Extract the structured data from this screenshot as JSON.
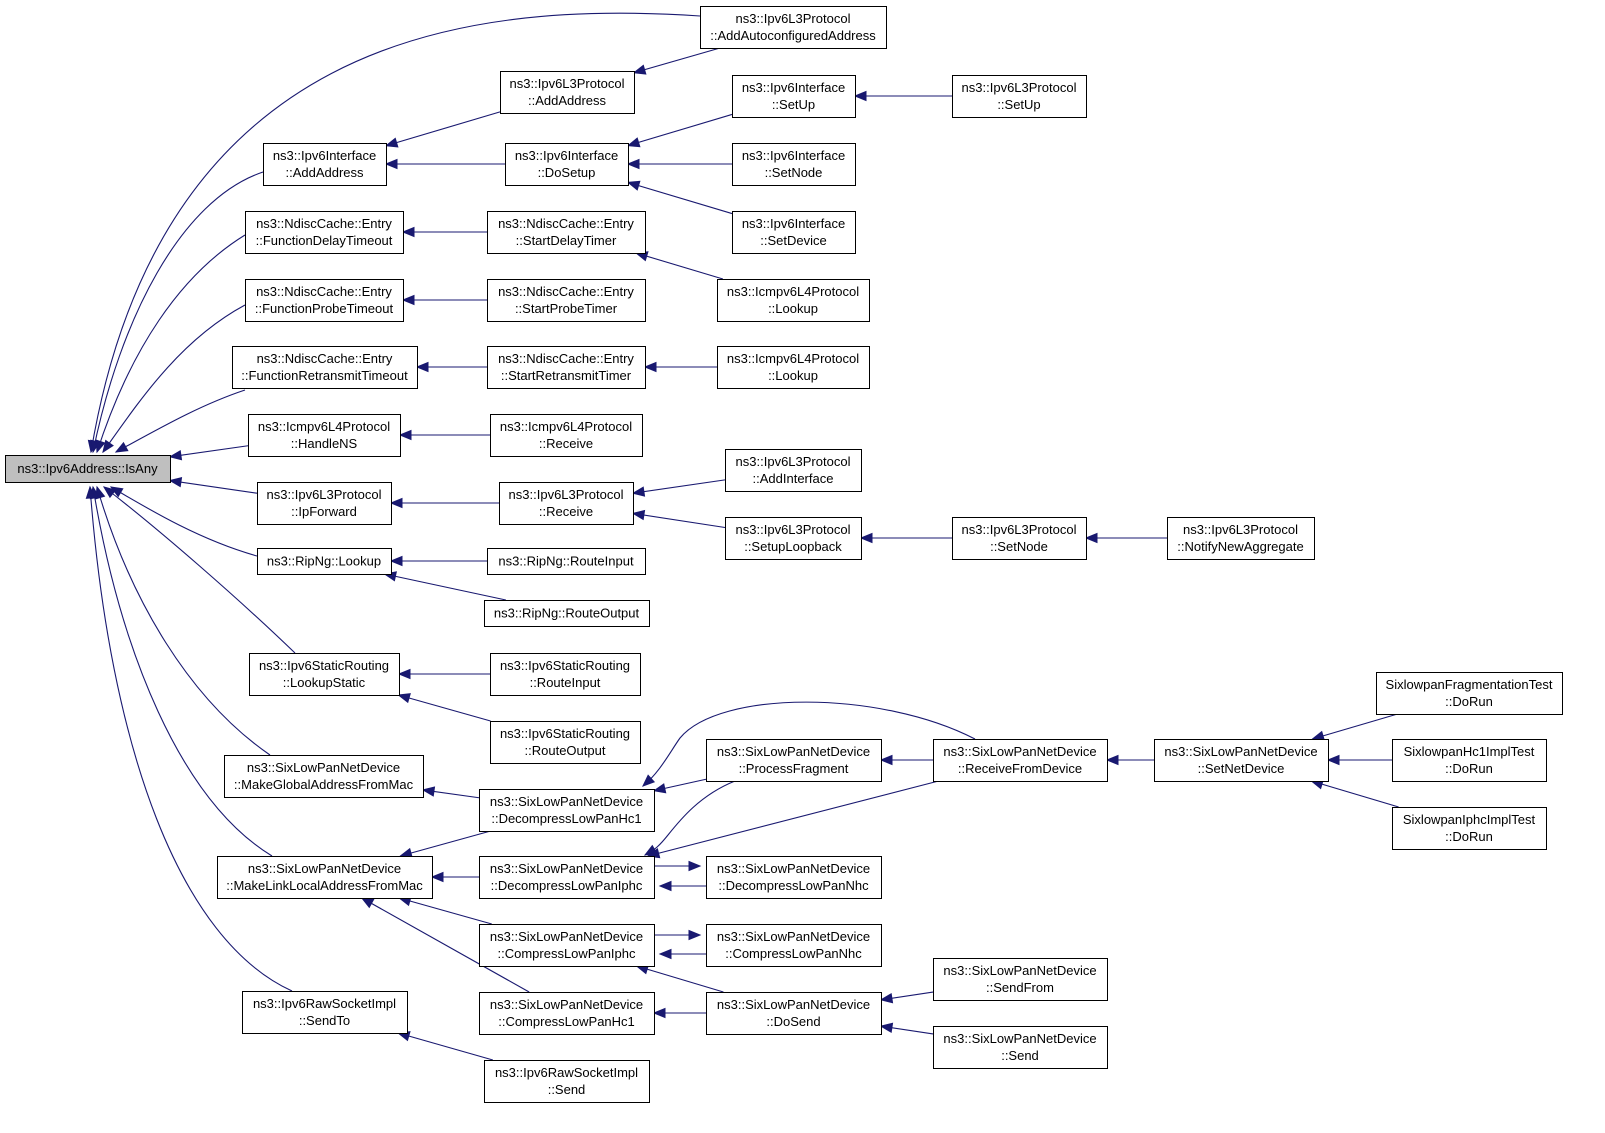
{
  "graph": {
    "title": "",
    "edge_color": "#191970",
    "root_fill": "#bfbfbf",
    "nodes": [
      {
        "id": "root",
        "lines": [
          "ns3::Ipv6Address::IsAny"
        ],
        "root": true
      },
      {
        "id": "if_addaddr",
        "lines": [
          "ns3::Ipv6Interface",
          "::AddAddress"
        ]
      },
      {
        "id": "nd_delay",
        "lines": [
          "ns3::NdiscCache::Entry",
          "::FunctionDelayTimeout"
        ]
      },
      {
        "id": "nd_probe",
        "lines": [
          "ns3::NdiscCache::Entry",
          "::FunctionProbeTimeout"
        ]
      },
      {
        "id": "nd_retrans",
        "lines": [
          "ns3::NdiscCache::Entry",
          "::FunctionRetransmitTimeout"
        ]
      },
      {
        "id": "icmp_ns",
        "lines": [
          "ns3::Icmpv6L4Protocol",
          "::HandleNS"
        ]
      },
      {
        "id": "l3_ipfwd",
        "lines": [
          "ns3::Ipv6L3Protocol",
          "::IpForward"
        ]
      },
      {
        "id": "rip_lookup",
        "lines": [
          "ns3::RipNg::Lookup"
        ]
      },
      {
        "id": "sr_lookup",
        "lines": [
          "ns3::Ipv6StaticRouting",
          "::LookupStatic"
        ]
      },
      {
        "id": "slp_global",
        "lines": [
          "ns3::SixLowPanNetDevice",
          "::MakeGlobalAddressFromMac"
        ]
      },
      {
        "id": "slp_linklocal",
        "lines": [
          "ns3::SixLowPanNetDevice",
          "::MakeLinkLocalAddressFromMac"
        ]
      },
      {
        "id": "raw_sendto",
        "lines": [
          "ns3::Ipv6RawSocketImpl",
          "::SendTo"
        ]
      },
      {
        "id": "l3_addautocfg",
        "lines": [
          "ns3::Ipv6L3Protocol",
          "::AddAutoconfiguredAddress"
        ]
      },
      {
        "id": "l3_addaddr",
        "lines": [
          "ns3::Ipv6L3Protocol",
          "::AddAddress"
        ]
      },
      {
        "id": "if_dosetup",
        "lines": [
          "ns3::Ipv6Interface",
          "::DoSetup"
        ]
      },
      {
        "id": "if_setup",
        "lines": [
          "ns3::Ipv6Interface",
          "::SetUp"
        ]
      },
      {
        "id": "l3_setup",
        "lines": [
          "ns3::Ipv6L3Protocol",
          "::SetUp"
        ]
      },
      {
        "id": "if_setnode",
        "lines": [
          "ns3::Ipv6Interface",
          "::SetNode"
        ]
      },
      {
        "id": "if_setdevice",
        "lines": [
          "ns3::Ipv6Interface",
          "::SetDevice"
        ]
      },
      {
        "id": "nd_startdelay",
        "lines": [
          "ns3::NdiscCache::Entry",
          "::StartDelayTimer"
        ]
      },
      {
        "id": "icmp_lookup1",
        "lines": [
          "ns3::Icmpv6L4Protocol",
          "::Lookup"
        ]
      },
      {
        "id": "nd_startprobe",
        "lines": [
          "ns3::NdiscCache::Entry",
          "::StartProbeTimer"
        ]
      },
      {
        "id": "nd_startretrans",
        "lines": [
          "ns3::NdiscCache::Entry",
          "::StartRetransmitTimer"
        ]
      },
      {
        "id": "icmp_lookup2",
        "lines": [
          "ns3::Icmpv6L4Protocol",
          "::Lookup"
        ]
      },
      {
        "id": "icmp_receive",
        "lines": [
          "ns3::Icmpv6L4Protocol",
          "::Receive"
        ]
      },
      {
        "id": "l3_receive",
        "lines": [
          "ns3::Ipv6L3Protocol",
          "::Receive"
        ]
      },
      {
        "id": "l3_addif",
        "lines": [
          "ns3::Ipv6L3Protocol",
          "::AddInterface"
        ]
      },
      {
        "id": "l3_setuploop",
        "lines": [
          "ns3::Ipv6L3Protocol",
          "::SetupLoopback"
        ]
      },
      {
        "id": "l3_setnode",
        "lines": [
          "ns3::Ipv6L3Protocol",
          "::SetNode"
        ]
      },
      {
        "id": "l3_notify",
        "lines": [
          "ns3::Ipv6L3Protocol",
          "::NotifyNewAggregate"
        ]
      },
      {
        "id": "rip_routein",
        "lines": [
          "ns3::RipNg::RouteInput"
        ]
      },
      {
        "id": "rip_routeout",
        "lines": [
          "ns3::RipNg::RouteOutput"
        ]
      },
      {
        "id": "sr_routein",
        "lines": [
          "ns3::Ipv6StaticRouting",
          "::RouteInput"
        ]
      },
      {
        "id": "sr_routeout",
        "lines": [
          "ns3::Ipv6StaticRouting",
          "::RouteOutput"
        ]
      },
      {
        "id": "slp_dec_hc1",
        "lines": [
          "ns3::SixLowPanNetDevice",
          "::DecompressLowPanHc1"
        ]
      },
      {
        "id": "slp_dec_iphc",
        "lines": [
          "ns3::SixLowPanNetDevice",
          "::DecompressLowPanIphc"
        ]
      },
      {
        "id": "slp_comp_iphc",
        "lines": [
          "ns3::SixLowPanNetDevice",
          "::CompressLowPanIphc"
        ]
      },
      {
        "id": "slp_comp_hc1",
        "lines": [
          "ns3::SixLowPanNetDevice",
          "::CompressLowPanHc1"
        ]
      },
      {
        "id": "slp_procfrag",
        "lines": [
          "ns3::SixLowPanNetDevice",
          "::ProcessFragment"
        ]
      },
      {
        "id": "slp_dec_nhc",
        "lines": [
          "ns3::SixLowPanNetDevice",
          "::DecompressLowPanNhc"
        ]
      },
      {
        "id": "slp_comp_nhc",
        "lines": [
          "ns3::SixLowPanNetDevice",
          "::CompressLowPanNhc"
        ]
      },
      {
        "id": "slp_dosend",
        "lines": [
          "ns3::SixLowPanNetDevice",
          "::DoSend"
        ]
      },
      {
        "id": "slp_recvfrom",
        "lines": [
          "ns3::SixLowPanNetDevice",
          "::ReceiveFromDevice"
        ]
      },
      {
        "id": "slp_setnetdev",
        "lines": [
          "ns3::SixLowPanNetDevice",
          "::SetNetDevice"
        ]
      },
      {
        "id": "slp_sendfrom",
        "lines": [
          "ns3::SixLowPanNetDevice",
          "::SendFrom"
        ]
      },
      {
        "id": "slp_send",
        "lines": [
          "ns3::SixLowPanNetDevice",
          "::Send"
        ]
      },
      {
        "id": "test_frag",
        "lines": [
          "SixlowpanFragmentationTest",
          "::DoRun"
        ]
      },
      {
        "id": "test_hc1",
        "lines": [
          "SixlowpanHc1ImplTest",
          "::DoRun"
        ]
      },
      {
        "id": "test_iphc",
        "lines": [
          "SixlowpanIphcImplTest",
          "::DoRun"
        ]
      },
      {
        "id": "raw_send",
        "lines": [
          "ns3::Ipv6RawSocketImpl",
          "::Send"
        ]
      }
    ],
    "edges": [
      [
        "l3_addautocfg",
        "root"
      ],
      [
        "if_addaddr",
        "root"
      ],
      [
        "nd_delay",
        "root"
      ],
      [
        "nd_probe",
        "root"
      ],
      [
        "nd_retrans",
        "root"
      ],
      [
        "icmp_ns",
        "root"
      ],
      [
        "l3_ipfwd",
        "root"
      ],
      [
        "rip_lookup",
        "root"
      ],
      [
        "sr_lookup",
        "root"
      ],
      [
        "slp_global",
        "root"
      ],
      [
        "slp_linklocal",
        "root"
      ],
      [
        "raw_sendto",
        "root"
      ],
      [
        "l3_addaddr",
        "if_addaddr"
      ],
      [
        "if_dosetup",
        "if_addaddr"
      ],
      [
        "l3_addautocfg",
        "l3_addaddr"
      ],
      [
        "if_setup",
        "if_dosetup"
      ],
      [
        "if_setnode",
        "if_dosetup"
      ],
      [
        "if_setdevice",
        "if_dosetup"
      ],
      [
        "l3_setup",
        "if_setup"
      ],
      [
        "nd_startdelay",
        "nd_delay"
      ],
      [
        "icmp_lookup1",
        "nd_startdelay"
      ],
      [
        "nd_startprobe",
        "nd_probe"
      ],
      [
        "nd_startretrans",
        "nd_retrans"
      ],
      [
        "icmp_lookup2",
        "nd_startretrans"
      ],
      [
        "icmp_receive",
        "icmp_ns"
      ],
      [
        "l3_receive",
        "l3_ipfwd"
      ],
      [
        "l3_addif",
        "l3_receive"
      ],
      [
        "l3_setuploop",
        "l3_receive"
      ],
      [
        "l3_setnode",
        "l3_setuploop"
      ],
      [
        "l3_notify",
        "l3_setnode"
      ],
      [
        "rip_routein",
        "rip_lookup"
      ],
      [
        "rip_routeout",
        "rip_lookup"
      ],
      [
        "sr_routein",
        "sr_lookup"
      ],
      [
        "sr_routeout",
        "sr_lookup"
      ],
      [
        "slp_dec_hc1",
        "slp_global"
      ],
      [
        "slp_dec_hc1",
        "slp_linklocal"
      ],
      [
        "slp_dec_iphc",
        "slp_linklocal"
      ],
      [
        "slp_comp_iphc",
        "slp_linklocal"
      ],
      [
        "slp_comp_hc1",
        "slp_linklocal"
      ],
      [
        "slp_procfrag",
        "slp_dec_hc1"
      ],
      [
        "slp_recvfrom",
        "slp_dec_hc1"
      ],
      [
        "slp_procfrag",
        "slp_dec_iphc"
      ],
      [
        "slp_dec_nhc",
        "slp_dec_iphc"
      ],
      [
        "slp_recvfrom",
        "slp_dec_iphc"
      ],
      [
        "slp_dec_iphc",
        "slp_dec_nhc"
      ],
      [
        "slp_comp_nhc",
        "slp_comp_iphc"
      ],
      [
        "slp_comp_iphc",
        "slp_comp_nhc"
      ],
      [
        "slp_dosend",
        "slp_comp_iphc"
      ],
      [
        "slp_dosend",
        "slp_comp_hc1"
      ],
      [
        "slp_recvfrom",
        "slp_procfrag"
      ],
      [
        "slp_setnetdev",
        "slp_recvfrom"
      ],
      [
        "test_frag",
        "slp_setnetdev"
      ],
      [
        "test_hc1",
        "slp_setnetdev"
      ],
      [
        "test_iphc",
        "slp_setnetdev"
      ],
      [
        "slp_sendfrom",
        "slp_dosend"
      ],
      [
        "slp_send",
        "slp_dosend"
      ],
      [
        "raw_send",
        "raw_sendto"
      ]
    ]
  }
}
